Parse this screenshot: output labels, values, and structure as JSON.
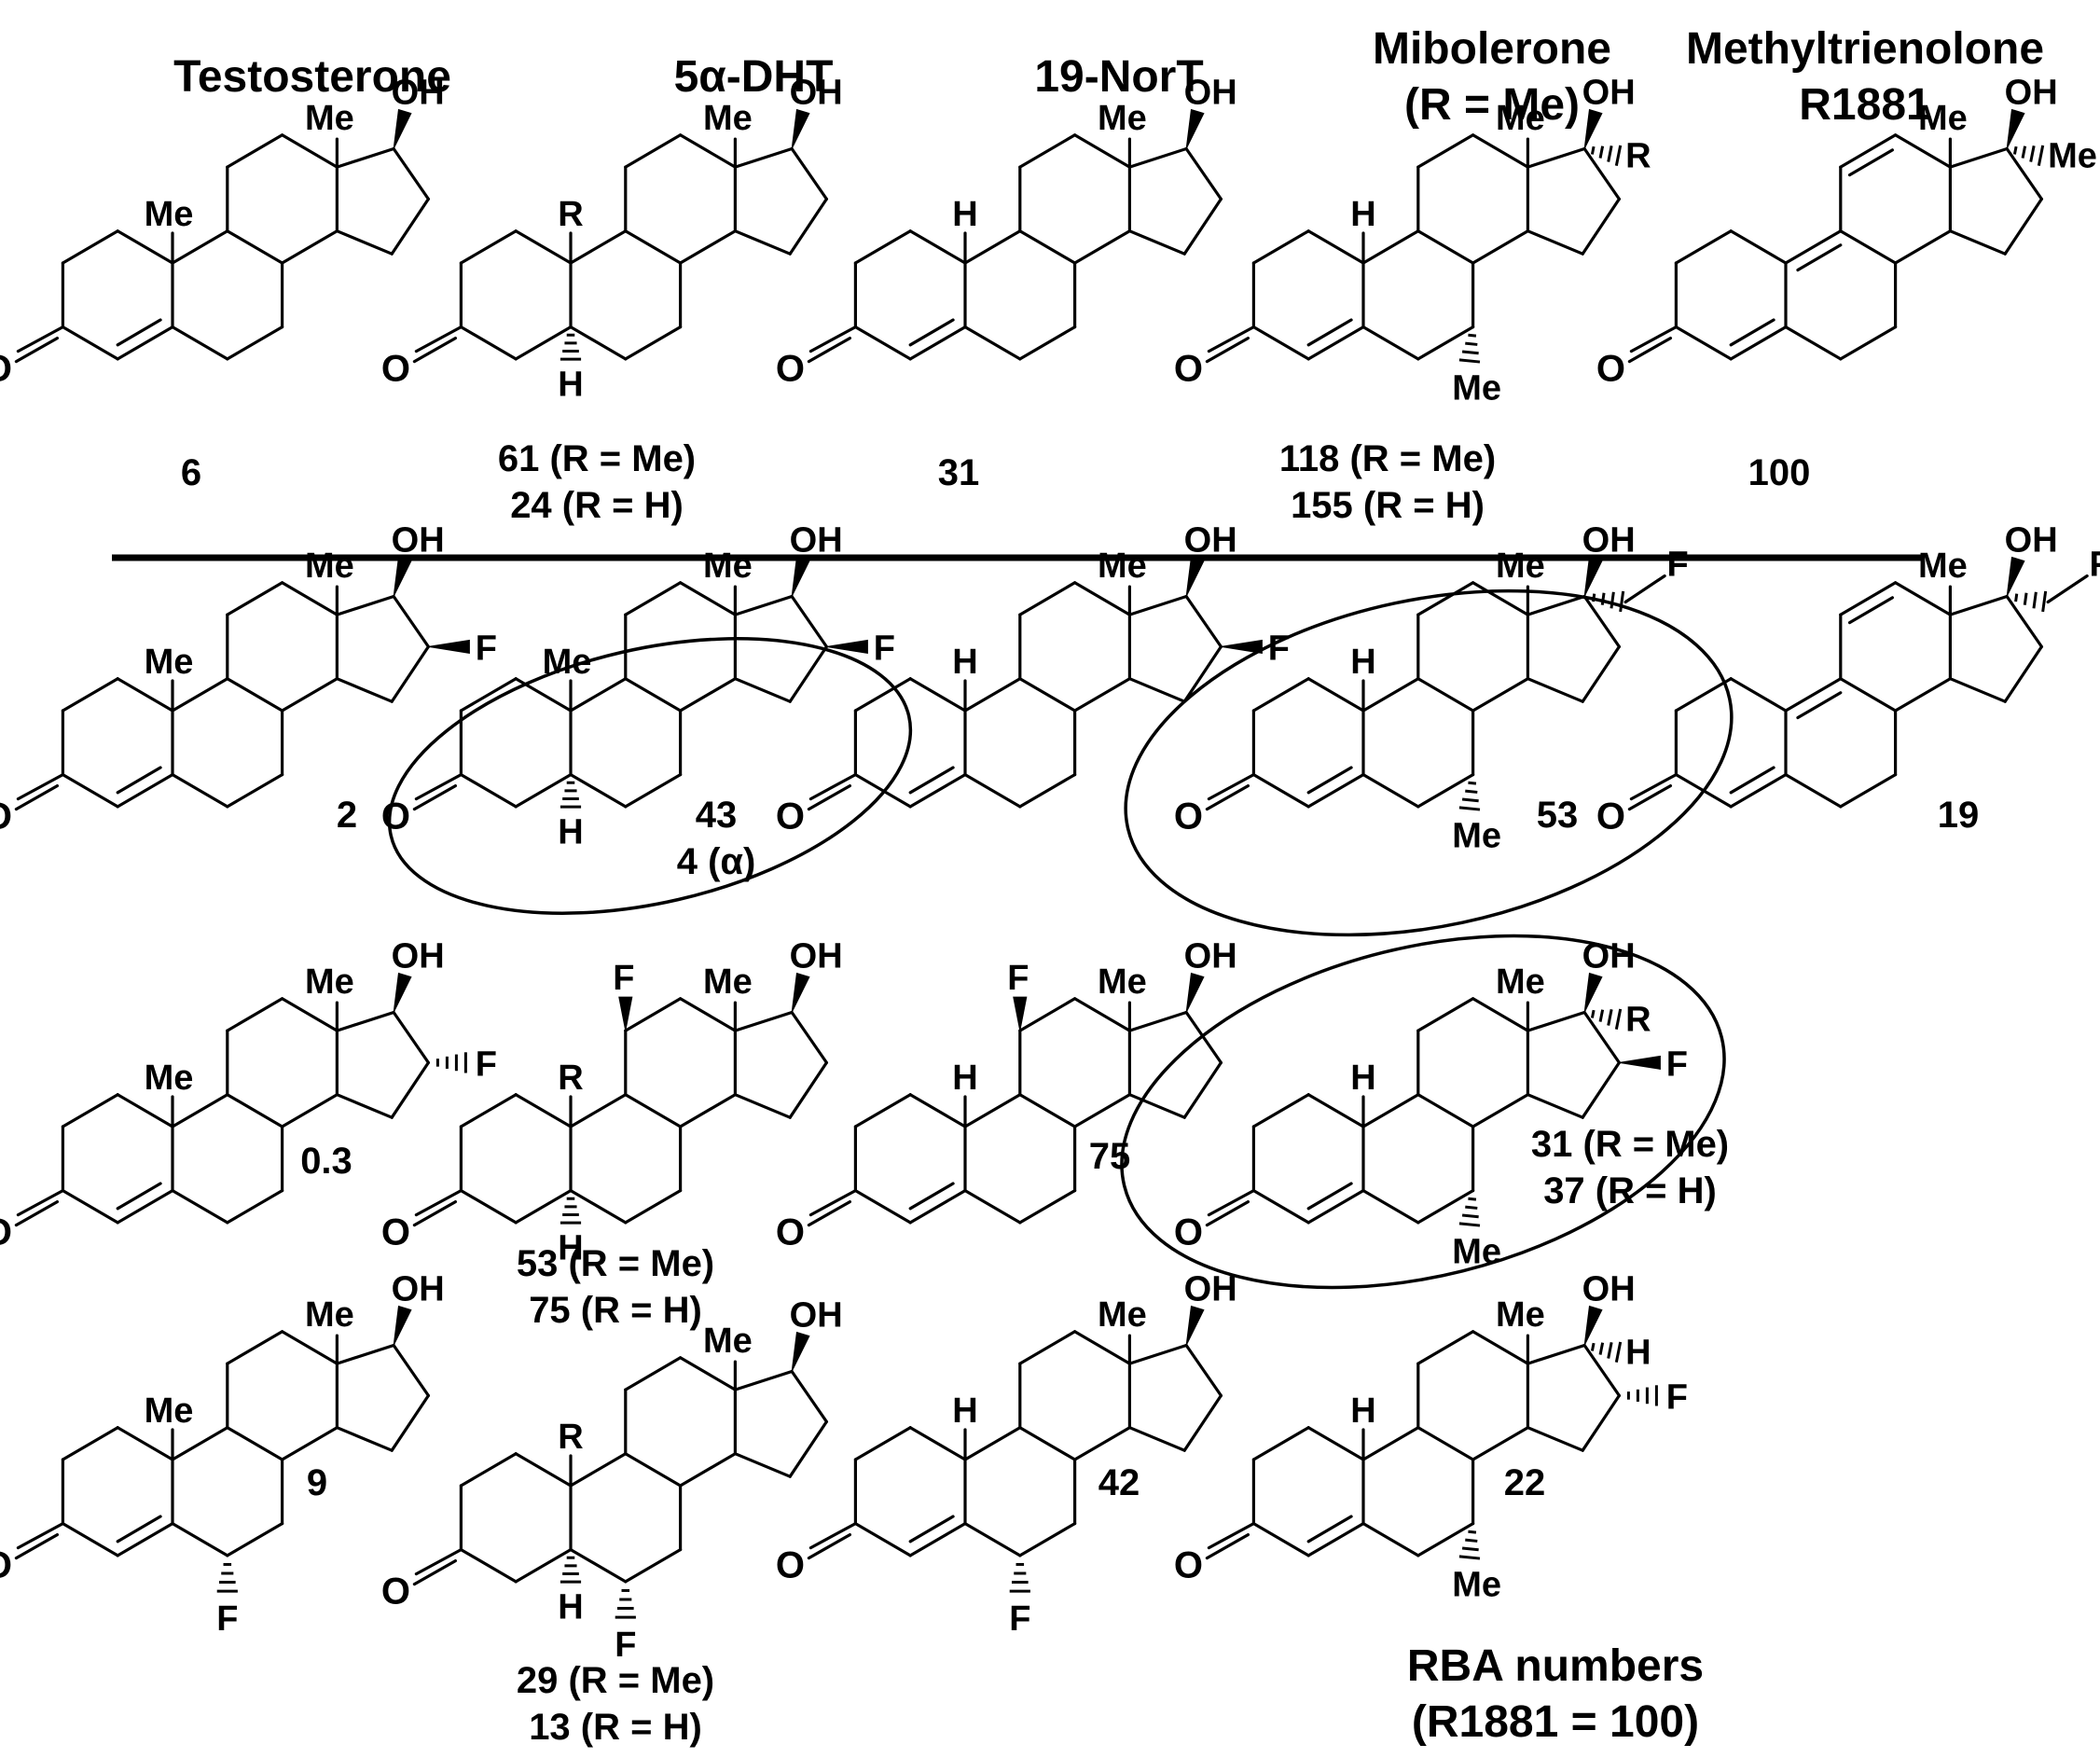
{
  "headers": [
    {
      "lines": [
        "Testosterone"
      ]
    },
    {
      "lines": [
        "5α-DHT"
      ]
    },
    {
      "lines": [
        "19-NorT"
      ]
    },
    {
      "lines": [
        "Mibolerone",
        "(R = Me)"
      ]
    },
    {
      "lines": [
        "Methyltrienolone",
        "R1881"
      ]
    }
  ],
  "molecules": [
    {
      "values": [
        "6"
      ]
    },
    {
      "values": [
        "61 (R = Me)",
        "24 (R = H)"
      ]
    },
    {
      "values": [
        "31"
      ]
    },
    {
      "values": [
        "118 (R = Me)",
        "155 (R = H)"
      ]
    },
    {
      "values": [
        "100"
      ]
    },
    {
      "values": [
        "2"
      ]
    },
    {
      "values": [
        "43",
        "4 (α)"
      ]
    },
    {
      "values": []
    },
    {
      "values": [
        "53"
      ]
    },
    {
      "values": [
        "19"
      ]
    },
    {
      "values": [
        "0.3"
      ]
    },
    {
      "values": [
        "53 (R = Me)",
        "75 (R = H)"
      ]
    },
    {
      "values": [
        "75"
      ]
    },
    {
      "values": [
        "31 (R = Me)",
        "37 (R = H)"
      ]
    },
    {
      "values": [
        "9"
      ]
    },
    {
      "values": [
        "29 (R = Me)",
        "13 (R = H)"
      ]
    },
    {
      "values": [
        "42"
      ]
    },
    {
      "values": [
        "22"
      ]
    }
  ],
  "atoms": {
    "oxygen": "O",
    "hydroxyl": "OH",
    "methyl": "Me",
    "hydrogen": "H",
    "fluorine": "F",
    "r_group": "R"
  },
  "legend": {
    "line1": "RBA numbers",
    "line2": "(R1881 = 100)"
  }
}
